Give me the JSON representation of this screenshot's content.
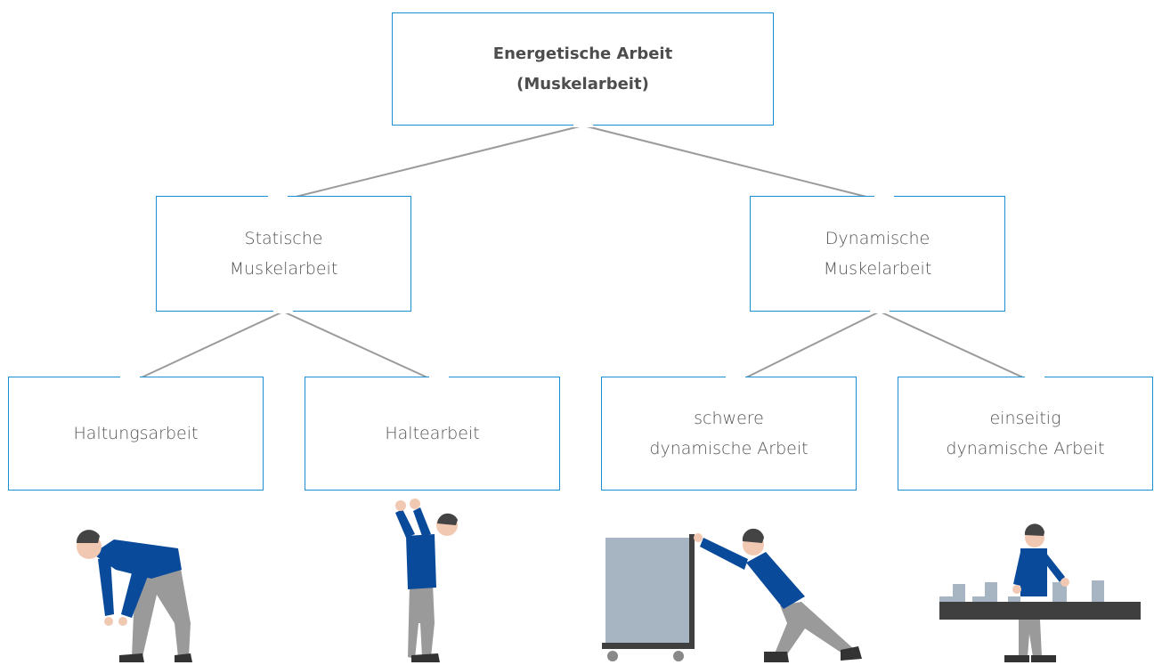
{
  "nodes": {
    "root": {
      "line1": "Energetische Arbeit",
      "line2": "(Muskelarbeit)"
    },
    "static": {
      "line1": "Statische",
      "line2": "Muskelarbeit"
    },
    "dynamic": {
      "line1": "Dynamische",
      "line2": "Muskelarbeit"
    },
    "posture": {
      "line1": "Haltungsarbeit"
    },
    "holding": {
      "line1": "Haltearbeit"
    },
    "heavy": {
      "line1": "schwere",
      "line2": "dynamische Arbeit"
    },
    "onesided": {
      "line1": "einseitig",
      "line2": "dynamische Arbeit"
    }
  },
  "colors": {
    "box_border": "#1a8fd4",
    "arrow": "#9b9b9b",
    "shirt": "#0a4a9a",
    "pants": "#9a9a9a",
    "skin": "#f1c9b3",
    "hair": "#444444",
    "objects": "#a7b5c2",
    "table": "#3f3f3f"
  },
  "illustrations": [
    "worker-bending-icon",
    "worker-holding-overhead-icon",
    "worker-pushing-cart-icon",
    "worker-at-table-icon"
  ]
}
